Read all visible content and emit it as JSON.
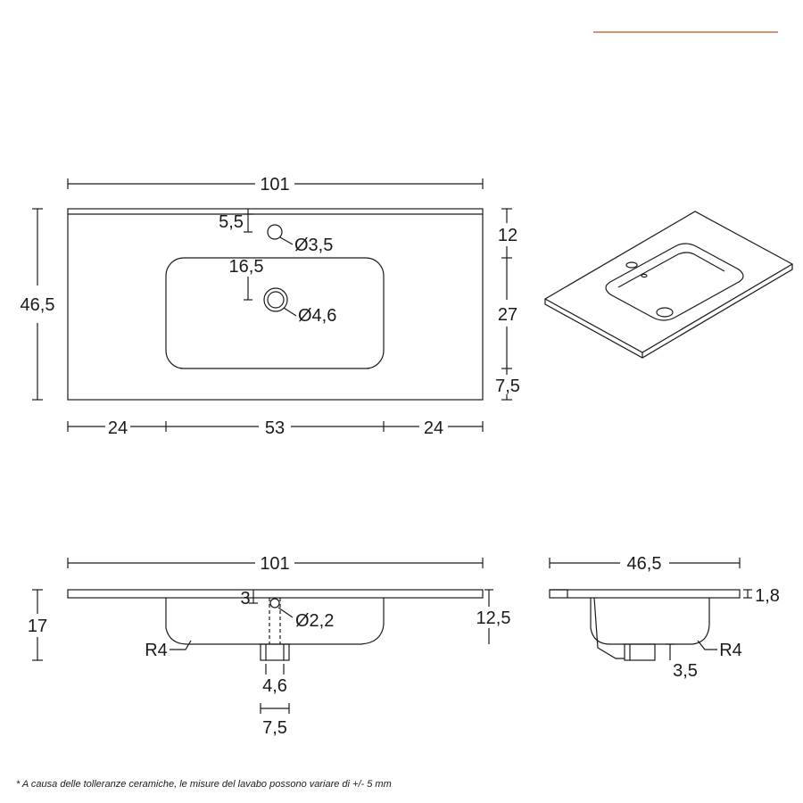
{
  "colors": {
    "line": "#1a1a1a",
    "accent": "#d9936a",
    "background": "#ffffff"
  },
  "top_view": {
    "width": "101",
    "depth": "46,5",
    "tap_offset": "5,5",
    "tap_hole": "Ø3,5",
    "drain_offset": "16,5",
    "drain_hole": "Ø4,6",
    "right_top": "12",
    "right_mid": "27",
    "right_bottom": "7,5",
    "bottom_left": "24",
    "bottom_mid": "53",
    "bottom_right": "24"
  },
  "front_view": {
    "width": "101",
    "height": "17",
    "overflow_offset": "3",
    "overflow_hole": "Ø2,2",
    "basin_depth": "12,5",
    "radius": "R4",
    "drain_width": "4,6",
    "drain_outer": "7,5"
  },
  "side_view": {
    "depth": "46,5",
    "slab": "1,8",
    "radius": "R4",
    "drain_height": "3,5"
  },
  "footnote": "* A causa delle tolleranze ceramiche, le misure del lavabo possono variare di +/- 5 mm"
}
